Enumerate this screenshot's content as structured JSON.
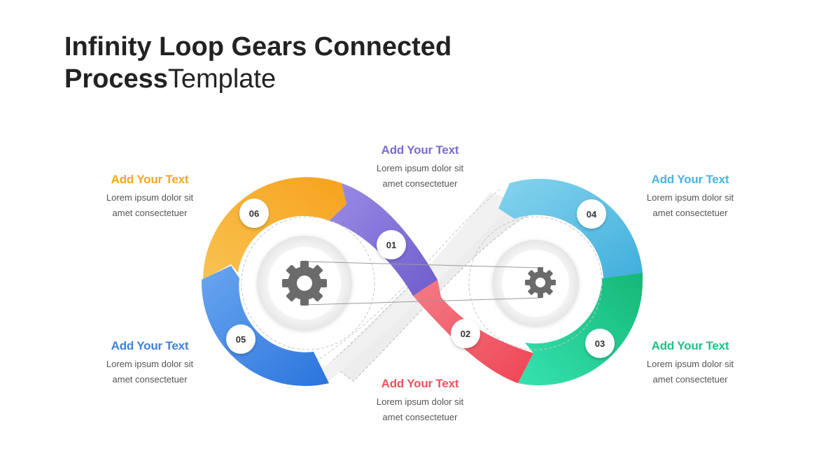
{
  "title": {
    "bold": "Infinity Loop Gears Connected",
    "bold2": "Process",
    "regular": "Template"
  },
  "steps": [
    {
      "number": "01",
      "heading": "Add Your Text",
      "body1": "Lorem ipsum dolor sit",
      "body2": "amet consectetuer",
      "color": "#7B6BD0"
    },
    {
      "number": "02",
      "heading": "Add Your Text",
      "body1": "Lorem ipsum dolor sit",
      "body2": "amet consectetuer",
      "color": "#F0525E"
    },
    {
      "number": "03",
      "heading": "Add Your Text",
      "body1": "Lorem ipsum dolor sit",
      "body2": "amet consectetuer",
      "color": "#1FBF84"
    },
    {
      "number": "04",
      "heading": "Add Your Text",
      "body1": "Lorem ipsum dolor sit",
      "body2": "amet consectetuer",
      "color": "#4AB4DD"
    },
    {
      "number": "05",
      "heading": "Add Your Text",
      "body1": "Lorem ipsum dolor sit",
      "body2": "amet consectetuer",
      "color": "#3B82D9"
    },
    {
      "number": "06",
      "heading": "Add Your Text",
      "body1": "Lorem ipsum dolor sit",
      "body2": "amet consectetuer",
      "color": "#F5A623"
    }
  ],
  "icons": {
    "left_gear": "gear-icon",
    "right_gear": "gear-icon"
  }
}
